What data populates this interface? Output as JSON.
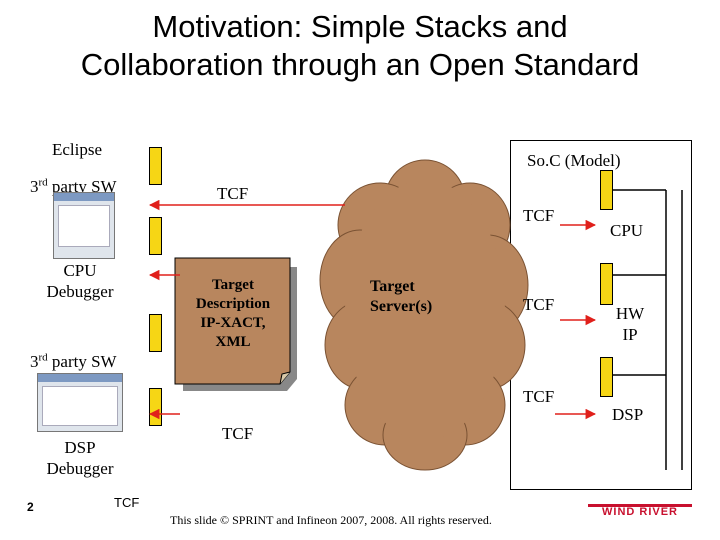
{
  "slide": {
    "title_line1": "Motivation: Simple Stacks and",
    "title_line2": "Collaboration through an Open Standard",
    "page_number": "2",
    "footer_tcf": "TCF",
    "copyright": "This slide © SPRINT and Infineon 2007, 2008. All rights reserved.",
    "logo_text": "WIND RIVER"
  },
  "eclipse": {
    "title": "Eclipse",
    "third_party_1": "3rd party SW",
    "cpu_debugger_line1": "CPU",
    "cpu_debugger_line2": "Debugger",
    "third_party_2": "3rd party SW",
    "dsp_debugger_line1": "DSP",
    "dsp_debugger_line2": "Debugger"
  },
  "center": {
    "tcf_top": "TCF",
    "tcf_bottom": "TCF",
    "doc_line1": "Target",
    "doc_line2": "Description",
    "doc_line3": "IP-XACT,",
    "doc_line4": "XML",
    "server_line1": "Target",
    "server_line2": "Server(s)"
  },
  "soc": {
    "title": "So.C (Model)",
    "tcf_1": "TCF",
    "tcf_2": "TCF",
    "tcf_3": "TCF",
    "cpu": "CPU",
    "hw_line1": "HW",
    "hw_line2": "IP",
    "dsp": "DSP"
  },
  "colors": {
    "connector_yellow": "#f6d615",
    "cloud_brown": "#b8865e",
    "arrow_red": "#e0201b",
    "logo_red": "#c8102e"
  }
}
